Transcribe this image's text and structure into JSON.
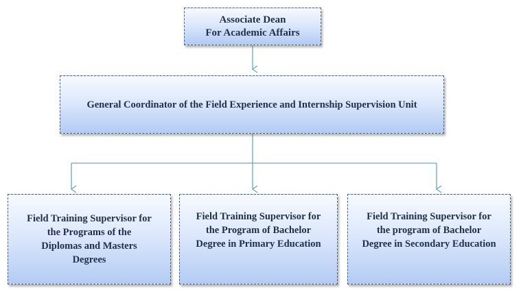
{
  "diagram": {
    "nodes": {
      "dean": "Associate Dean\nFor Academic Affairs",
      "coordinator": "General Coordinator of the Field Experience and Internship Supervision Unit",
      "diplomas": "Field Training Supervisor for\nthe Programs of the\nDiplomas and Masters\nDegrees",
      "primary": "Field Training Supervisor for\nthe Program of Bachelor\nDegree in Primary Education",
      "secondary": "Field Training Supervisor for\nthe program of Bachelor\nDegree in Secondary Education"
    },
    "edges": [
      {
        "from": "dean",
        "to": "coordinator"
      },
      {
        "from": "coordinator",
        "to": "diplomas"
      },
      {
        "from": "coordinator",
        "to": "primary"
      },
      {
        "from": "coordinator",
        "to": "secondary"
      }
    ],
    "colors": {
      "connector": "#6aa6c2",
      "node_border": "#3f5f8c",
      "node_fill_top": "#f7faff",
      "node_fill_bottom": "#b3cbf4",
      "text": "#1f2f4a"
    }
  }
}
